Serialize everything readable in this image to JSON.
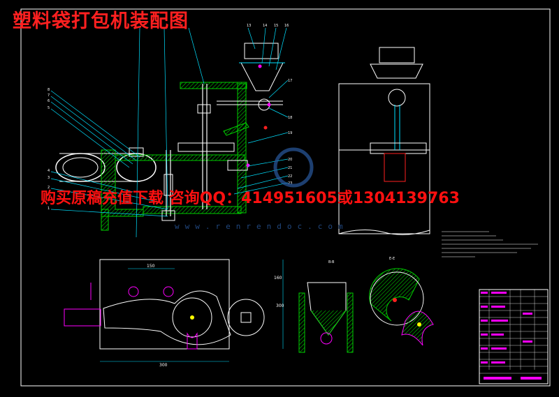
{
  "title": "塑料袋打包机装配图",
  "banner": "购买原稿充值下载 咨询QQ：414951605或1304139763",
  "watermark": "www.renrendoc.com",
  "section_labels": [
    "B-B",
    "E-E"
  ],
  "dimensions": [
    "150",
    "300",
    "160",
    "300"
  ],
  "part_numbers": [
    "13",
    "14",
    "15",
    "16",
    "17",
    "18",
    "19",
    "20",
    "21",
    "22",
    "23",
    "8",
    "7",
    "6",
    "5",
    "4",
    "3",
    "2",
    "1"
  ],
  "colors": {
    "frame": "#ffffff",
    "part": "#00d0ff",
    "hatch": "#00cc00",
    "leader": "#00e0ff",
    "accent": "#ff00ff",
    "red": "#ff2020",
    "yellow": "#ffff00"
  }
}
